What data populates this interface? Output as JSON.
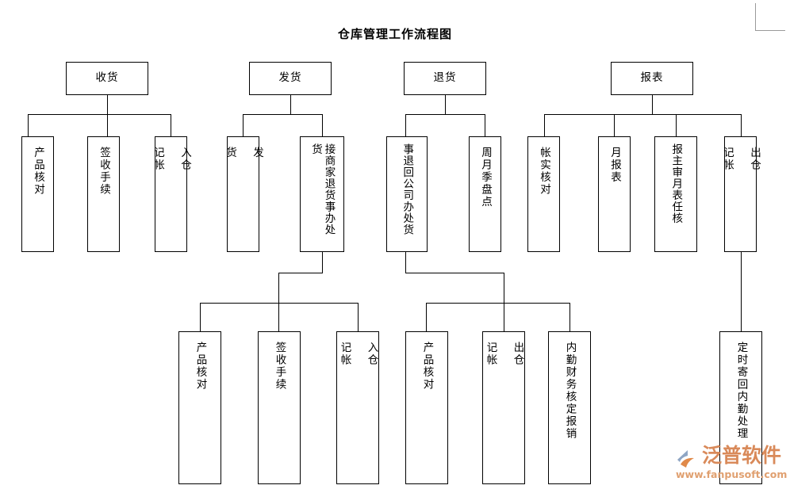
{
  "page": {
    "title": "仓库管理工作流程图",
    "background": "#ffffff",
    "line_color": "#000000",
    "crop_mark_color": "#9a9a9a"
  },
  "logo": {
    "name": "泛普软件",
    "url": "www.fanpusoft.com",
    "name_color": "#d98a5a",
    "url_color": "#e0a070",
    "mark_color": "#8fa6c4"
  },
  "chart_data": {
    "type": "diagram",
    "diagram_kind": "organizational-flowchart",
    "title": "仓库管理工作流程图",
    "orientation": "top-down",
    "branches": [
      {
        "id": "receiving",
        "root": "收货",
        "children": [
          "产品核对",
          "签收手续",
          "入仓\n\n记帐"
        ]
      },
      {
        "id": "shipping",
        "root": "发货",
        "children": [
          "发\n\n货",
          "接商家退货事办处货"
        ],
        "sub_branch": {
          "parent": "接商家退货事办处货",
          "children": [
            "产品核对",
            "签收手续",
            "入仓\n\n记帐"
          ]
        }
      },
      {
        "id": "returns",
        "root": "退货",
        "children": [
          "事退回公司办处货",
          "周月季盘点"
        ],
        "sub_branch": {
          "parent": "事退回公司办处货",
          "children": [
            "产品核对",
            "出仓\n\n记帐",
            "内勤财务核定报销"
          ]
        }
      },
      {
        "id": "reports",
        "root": "报表",
        "children": [
          "帐实核对",
          "月报表",
          "报主审月表任核",
          "出仓\n\n记帐"
        ],
        "sub_branch": {
          "parent": "出仓\n\n记帐",
          "children": [
            "定时寄回内勤处理"
          ]
        }
      }
    ]
  },
  "nodes": {
    "top": [
      {
        "key": "receiving",
        "label": "收货"
      },
      {
        "key": "shipping",
        "label": "发货"
      },
      {
        "key": "returns",
        "label": "退货"
      },
      {
        "key": "reports",
        "label": "报表"
      }
    ],
    "mid": [
      {
        "key": "rcv-check",
        "label": "产品核对"
      },
      {
        "key": "rcv-sign",
        "label": "签收手续"
      },
      {
        "key": "rcv-instock",
        "label": "入仓\n\n记帐"
      },
      {
        "key": "shp-ship",
        "label": "发\n\n货"
      },
      {
        "key": "shp-return",
        "label": "接商家退货事办处货"
      },
      {
        "key": "ret-company",
        "label": "事退回公司办处货"
      },
      {
        "key": "ret-count",
        "label": "周月季盘点"
      },
      {
        "key": "rpt-recon",
        "label": "帐实核对"
      },
      {
        "key": "rpt-month",
        "label": "月报表"
      },
      {
        "key": "rpt-approve",
        "label": "报主审月表任核"
      },
      {
        "key": "rpt-outstock",
        "label": "出仓\n\n记帐"
      }
    ],
    "bottom": [
      {
        "key": "s-check",
        "label": "产品核对"
      },
      {
        "key": "s-sign",
        "label": "签收手续"
      },
      {
        "key": "s-instock",
        "label": "入仓\n\n记帐"
      },
      {
        "key": "r-check",
        "label": "产品核对"
      },
      {
        "key": "r-outstock",
        "label": "出仓\n\n记帐"
      },
      {
        "key": "r-finance",
        "label": "内勤财务核定报销"
      },
      {
        "key": "p-mailback",
        "label": "定时寄回内勤处理"
      }
    ]
  }
}
